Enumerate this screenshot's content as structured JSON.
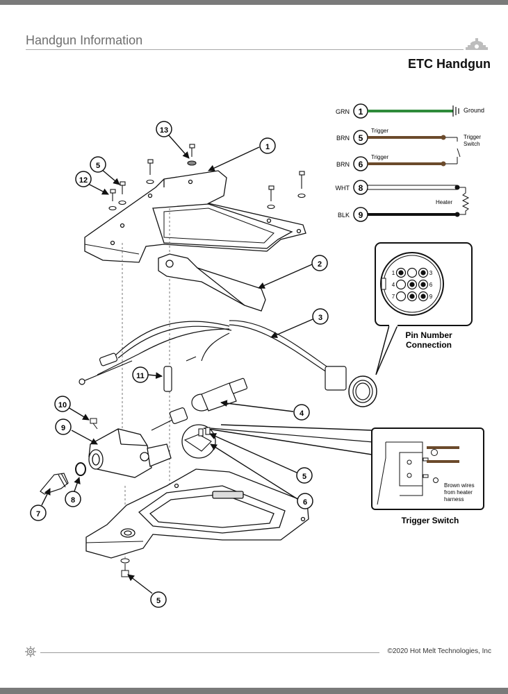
{
  "header": {
    "title": "Handgun Information",
    "doc_title": "ETC Handgun"
  },
  "footer": {
    "copyright": "©2020 Hot Melt Technologies, Inc"
  },
  "wiring": {
    "rows": [
      {
        "color_code": "GRN",
        "pin": "1",
        "label": "Ground",
        "wire_color": "#2e8b3a"
      },
      {
        "color_code": "BRN",
        "pin": "5",
        "label": "Trigger",
        "wire_color": "#6b4a2b"
      },
      {
        "color_code": "BRN",
        "pin": "6",
        "label": "Trigger",
        "wire_color": "#6b4a2b"
      },
      {
        "color_code": "WHT",
        "pin": "8",
        "label": "",
        "wire_color": "#ffffff"
      },
      {
        "color_code": "BLK",
        "pin": "9",
        "label": "",
        "wire_color": "#111111"
      }
    ],
    "trigger_switch_label_1": "Trigger",
    "trigger_switch_label_2": "Switch",
    "heater_label": "Heater"
  },
  "connector": {
    "pins": [
      "1",
      "3",
      "4",
      "6",
      "7",
      "9"
    ],
    "caption_1": "Pin Number",
    "caption_2": "Connection"
  },
  "trigger_detail": {
    "note_1": "Brown wires",
    "note_2": "from heater",
    "note_3": "harness",
    "caption": "Trigger Switch"
  },
  "callouts": [
    "13",
    "1",
    "5",
    "12",
    "2",
    "3",
    "11",
    "4",
    "10",
    "9",
    "5",
    "6",
    "8",
    "7",
    "5"
  ]
}
